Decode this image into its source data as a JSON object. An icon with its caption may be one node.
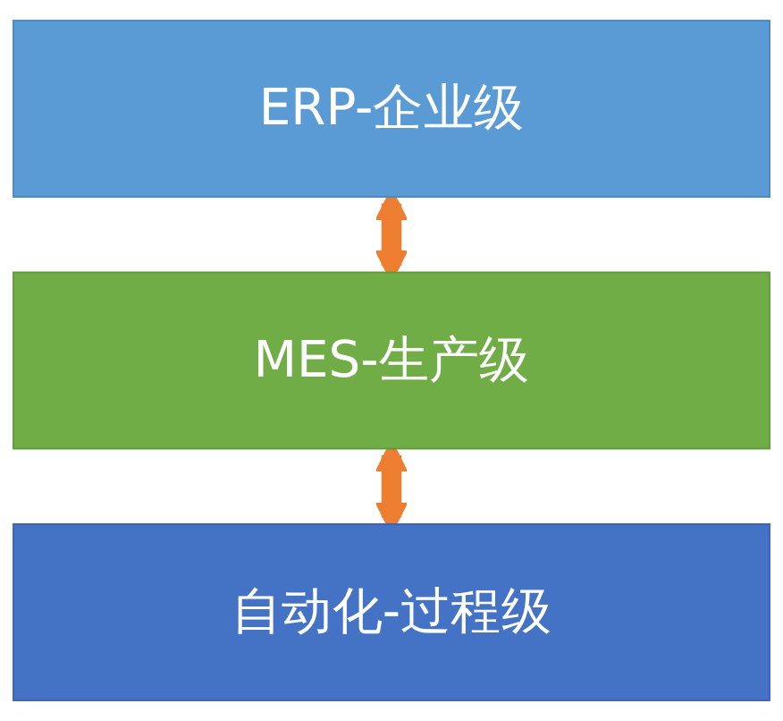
{
  "diagram": {
    "nodes": [
      {
        "text": [
          "ERP-企业级"
        ]
      },
      {
        "text": [
          "MES-生产级"
        ]
      },
      {
        "text": [
          "自动化-过程级"
        ]
      }
    ],
    "edges": [
      {
        "from": 0,
        "to": 1,
        "arrow": "both"
      },
      {
        "from": 1,
        "to": 2,
        "arrow": "both"
      }
    ]
  }
}
